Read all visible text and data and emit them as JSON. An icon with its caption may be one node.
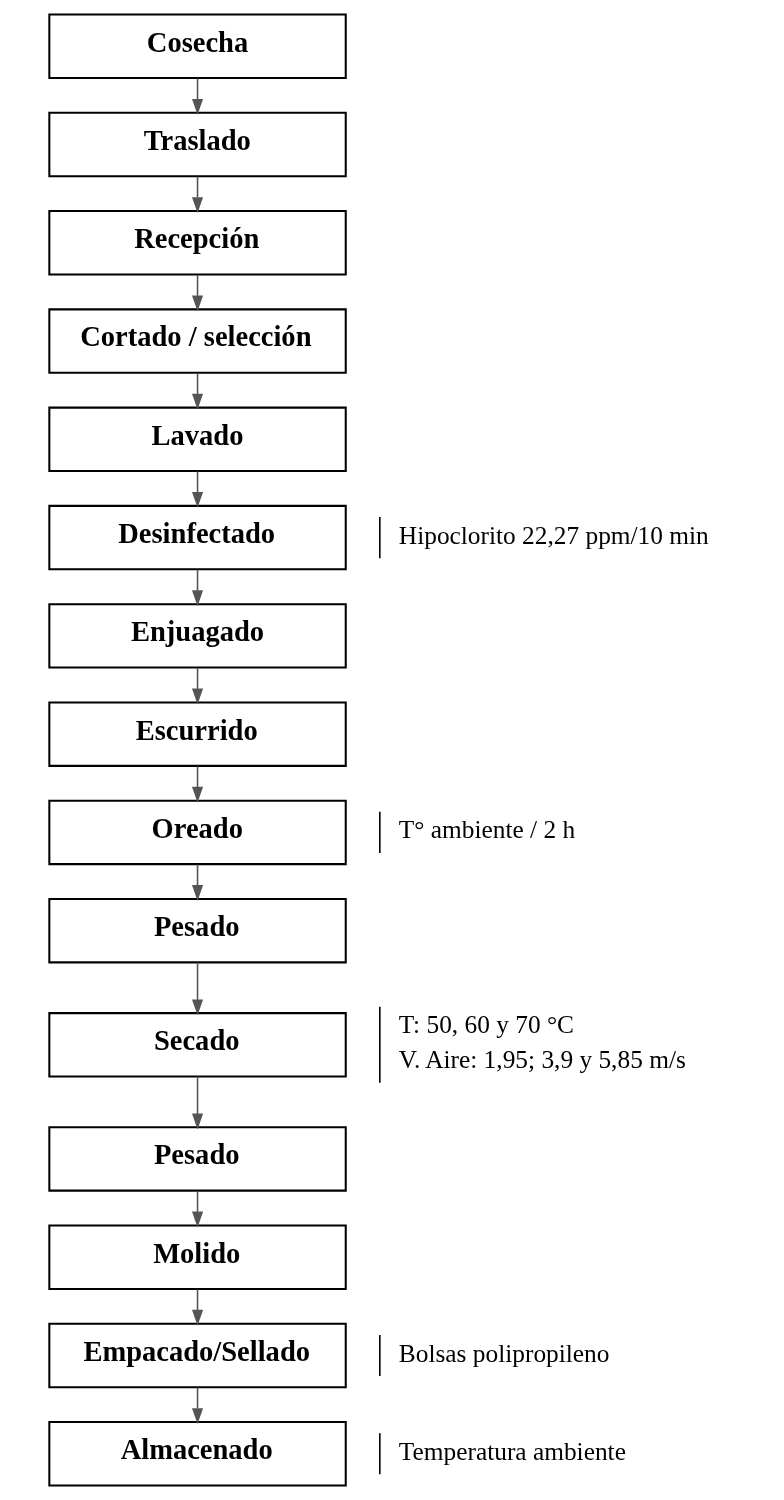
{
  "diagram": {
    "nodes": [
      {
        "text": [
          "Cosecha"
        ]
      },
      {
        "text": [
          "Traslado"
        ]
      },
      {
        "text": [
          "Recepción"
        ]
      },
      {
        "text": [
          "Cortado / selección"
        ]
      },
      {
        "text": [
          "Lavado"
        ]
      },
      {
        "text": [
          "Desinfectado"
        ],
        "beside": [
          "Hipoclorito 22,27 ppm/10 min"
        ]
      },
      {
        "text": [
          "Enjuagado"
        ]
      },
      {
        "text": [
          "Escurrido"
        ]
      },
      {
        "text": [
          "Oreado"
        ],
        "beside": [
          "T° ambiente / 2 h"
        ]
      },
      {
        "text": [
          "Pesado"
        ]
      },
      {
        "text": [
          "Secado"
        ],
        "beside": [
          "T: 50, 60 y 70 °C",
          "V. Aire: 1,95; 3,9 y 5,85 m/s"
        ]
      },
      {
        "text": [
          "Pesado"
        ]
      },
      {
        "text": [
          "Molido"
        ]
      },
      {
        "text": [
          "Empacado/Sellado"
        ],
        "beside": [
          "Bolsas polipropileno"
        ]
      },
      {
        "text": [
          "Almacenado"
        ],
        "beside": [
          "Temperatura ambiente"
        ]
      }
    ],
    "edges": [
      {
        "from": 0,
        "to": 1,
        "arrow": "to"
      },
      {
        "from": 1,
        "to": 2,
        "arrow": "to"
      },
      {
        "from": 2,
        "to": 3,
        "arrow": "to"
      },
      {
        "from": 3,
        "to": 4,
        "arrow": "to"
      },
      {
        "from": 4,
        "to": 5,
        "arrow": "to"
      },
      {
        "from": 5,
        "to": 6,
        "arrow": "to"
      },
      {
        "from": 6,
        "to": 7,
        "arrow": "to"
      },
      {
        "from": 7,
        "to": 8,
        "arrow": "to"
      },
      {
        "from": 8,
        "to": 9,
        "arrow": "to"
      },
      {
        "from": 9,
        "to": 10,
        "arrow": "to"
      },
      {
        "from": 10,
        "to": 11,
        "arrow": "to"
      },
      {
        "from": 11,
        "to": 12,
        "arrow": "to"
      },
      {
        "from": 12,
        "to": 13,
        "arrow": "to"
      },
      {
        "from": 13,
        "to": 14,
        "arrow": "to"
      }
    ]
  }
}
